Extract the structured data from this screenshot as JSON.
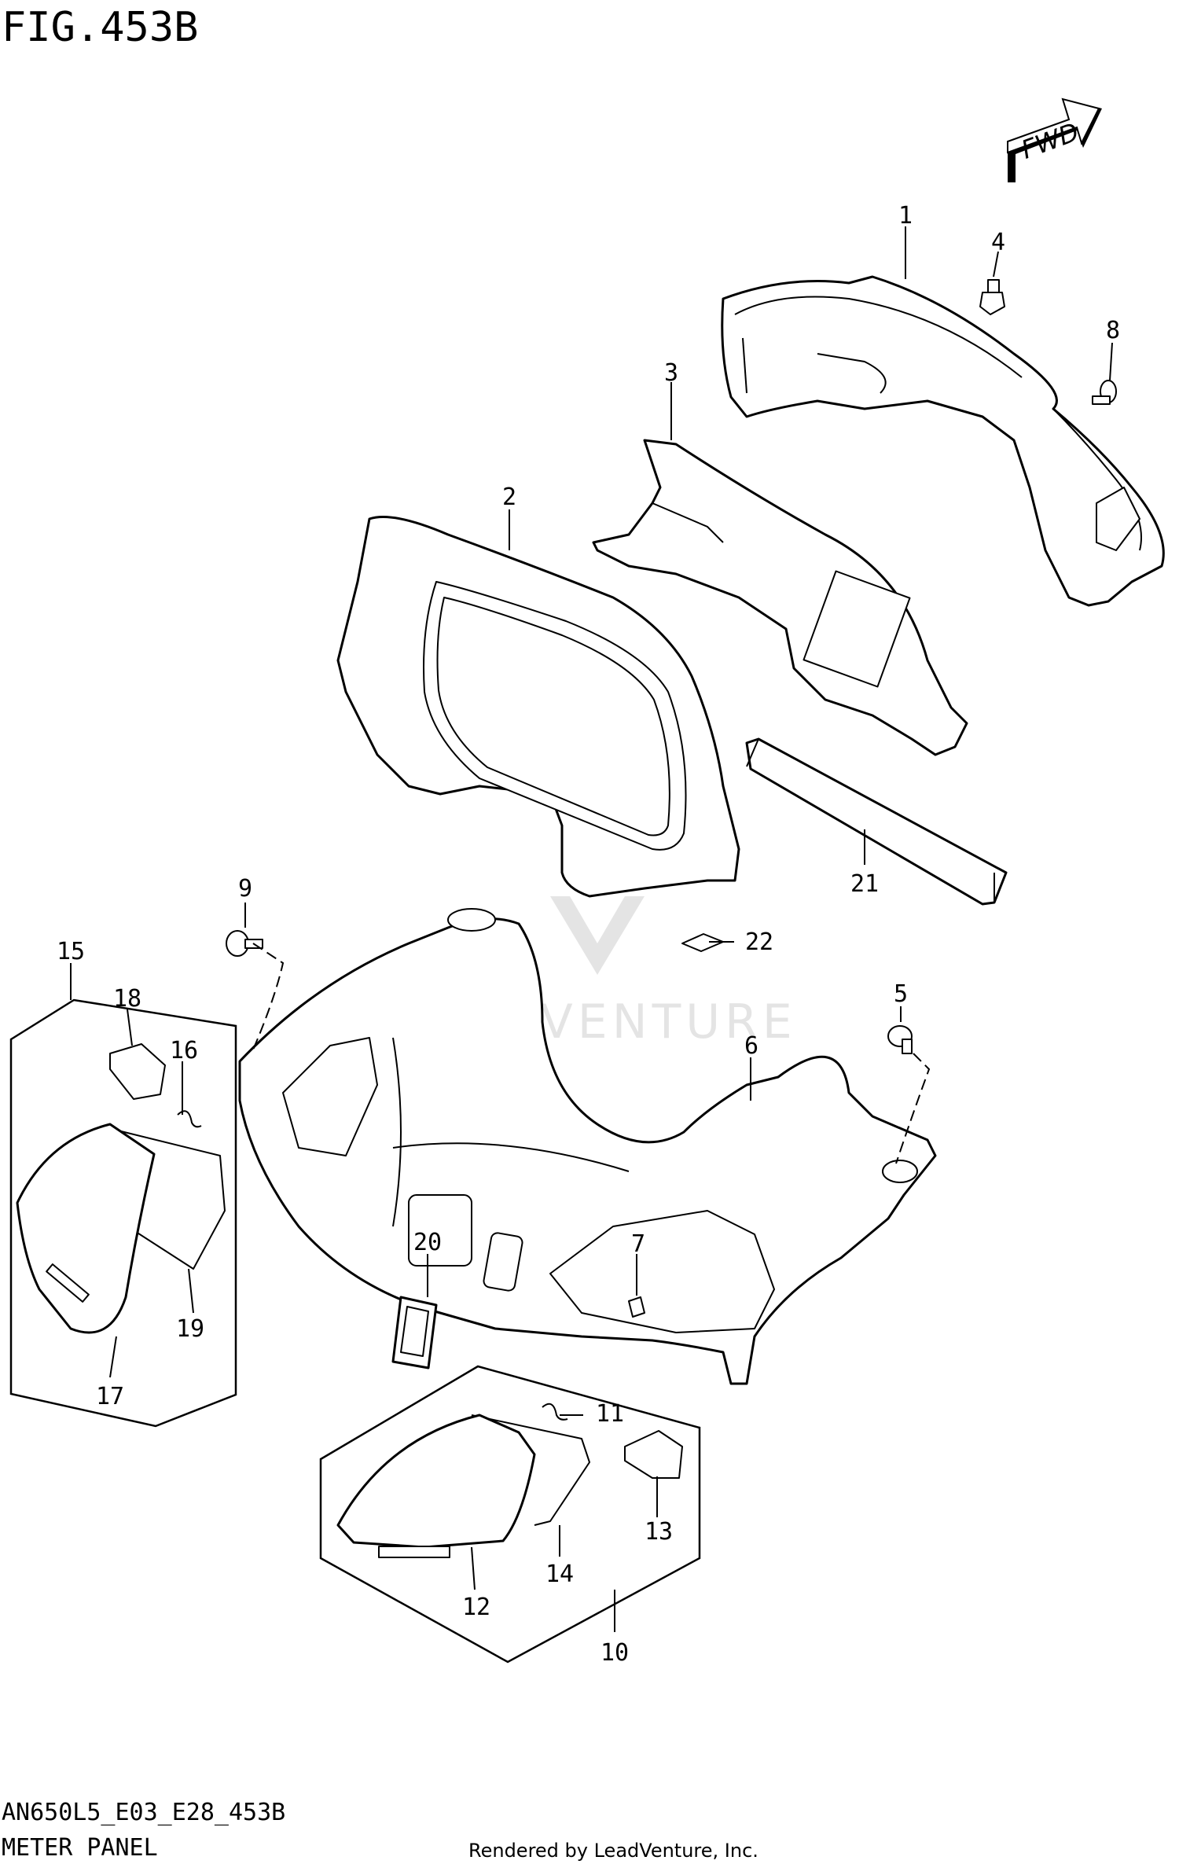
{
  "figure_title": "FIG.453B",
  "fwd_label": "FWD",
  "model_code": "AN650L5_E03_E28_453B",
  "caption": "METER PANEL",
  "render_credit": "Rendered by LeadVenture, Inc.",
  "watermark": "LEADVENTURE",
  "callouts": [
    "1",
    "2",
    "3",
    "4",
    "5",
    "6",
    "7",
    "8",
    "9",
    "10",
    "11",
    "12",
    "13",
    "14",
    "15",
    "16",
    "17",
    "18",
    "19",
    "20",
    "21",
    "22"
  ]
}
